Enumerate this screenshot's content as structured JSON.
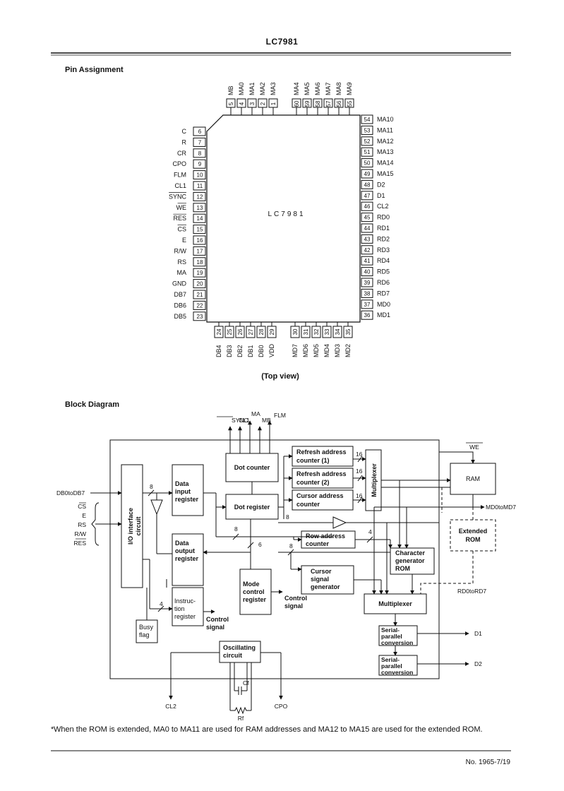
{
  "header": {
    "title": "LC7981"
  },
  "pin_section": {
    "title": "Pin Assignment",
    "chip_label": "LC7981",
    "view_caption": "(Top view)",
    "top_pins": [
      {
        "num": "5",
        "name": "MB"
      },
      {
        "num": "4",
        "name": "MA0"
      },
      {
        "num": "3",
        "name": "MA1"
      },
      {
        "num": "2",
        "name": "MA2"
      },
      {
        "num": "1",
        "name": "MA3"
      },
      {
        "num": "60",
        "name": "MA4"
      },
      {
        "num": "59",
        "name": "MA5"
      },
      {
        "num": "58",
        "name": "MA6"
      },
      {
        "num": "57",
        "name": "MA7"
      },
      {
        "num": "56",
        "name": "MA8"
      },
      {
        "num": "55",
        "name": "MA9"
      }
    ],
    "left_pins": [
      {
        "num": "6",
        "name": "C"
      },
      {
        "num": "7",
        "name": "R"
      },
      {
        "num": "8",
        "name": "CR"
      },
      {
        "num": "9",
        "name": "CPO"
      },
      {
        "num": "10",
        "name": "FLM"
      },
      {
        "num": "11",
        "name": "CL1"
      },
      {
        "num": "12",
        "name": "SYNC"
      },
      {
        "num": "13",
        "name": "WE"
      },
      {
        "num": "14",
        "name": "RES"
      },
      {
        "num": "15",
        "name": "CS"
      },
      {
        "num": "16",
        "name": "E"
      },
      {
        "num": "17",
        "name": "R/W"
      },
      {
        "num": "18",
        "name": "RS"
      },
      {
        "num": "19",
        "name": "MA"
      },
      {
        "num": "20",
        "name": "GND"
      },
      {
        "num": "21",
        "name": "DB7"
      },
      {
        "num": "22",
        "name": "DB6"
      },
      {
        "num": "23",
        "name": "DB5"
      }
    ],
    "right_pins": [
      {
        "num": "54",
        "name": "MA10"
      },
      {
        "num": "53",
        "name": "MA11"
      },
      {
        "num": "52",
        "name": "MA12"
      },
      {
        "num": "51",
        "name": "MA13"
      },
      {
        "num": "50",
        "name": "MA14"
      },
      {
        "num": "49",
        "name": "MA15"
      },
      {
        "num": "48",
        "name": "D2"
      },
      {
        "num": "47",
        "name": "D1"
      },
      {
        "num": "46",
        "name": "CL2"
      },
      {
        "num": "45",
        "name": "RD0"
      },
      {
        "num": "44",
        "name": "RD1"
      },
      {
        "num": "43",
        "name": "RD2"
      },
      {
        "num": "42",
        "name": "RD3"
      },
      {
        "num": "41",
        "name": "RD4"
      },
      {
        "num": "40",
        "name": "RD5"
      },
      {
        "num": "39",
        "name": "RD6"
      },
      {
        "num": "38",
        "name": "RD7"
      },
      {
        "num": "37",
        "name": "MD0"
      },
      {
        "num": "36",
        "name": "MD1"
      }
    ],
    "bottom_pins": [
      {
        "num": "24",
        "name": "DB4"
      },
      {
        "num": "25",
        "name": "DB3"
      },
      {
        "num": "26",
        "name": "DB2"
      },
      {
        "num": "27",
        "name": "DB1"
      },
      {
        "num": "28",
        "name": "DB0"
      },
      {
        "num": "29",
        "name": "VDD"
      },
      {
        "num": "30",
        "name": "MD7"
      },
      {
        "num": "31",
        "name": "MD6"
      },
      {
        "num": "32",
        "name": "MD5"
      },
      {
        "num": "33",
        "name": "MD4"
      },
      {
        "num": "34",
        "name": "MD3"
      },
      {
        "num": "35",
        "name": "MD2"
      }
    ]
  },
  "block_section": {
    "title": "Block Diagram",
    "top_signals": {
      "sync": "SYNC",
      "cl1": "CL1",
      "ma": "MA",
      "mb": "MB",
      "flm": "FLM"
    },
    "blocks": {
      "io": [
        "I/O interface",
        "circuit"
      ],
      "data_input": [
        "Data",
        "input",
        "register"
      ],
      "data_output": [
        "Data",
        "output",
        "register"
      ],
      "instruction": [
        "Instruc-",
        "tion",
        "register"
      ],
      "busy": [
        "Busy",
        "flag"
      ],
      "dot_counter": "Dot counter",
      "dot_register": "Dot register",
      "refresh1": [
        "Refresh address",
        "counter  (1)"
      ],
      "refresh2": [
        "Refresh address",
        "counter  (2)"
      ],
      "cursor_addr": [
        "Cursor address",
        "counter"
      ],
      "mux_vertical": "Multiplexer",
      "row_addr": [
        "Row address",
        "counter"
      ],
      "cursor_sig": [
        "Cursor",
        "signal",
        "generator"
      ],
      "mode": [
        "Mode",
        "control",
        "register"
      ],
      "char_gen": [
        "Character",
        "generator",
        "ROM"
      ],
      "mux2": "Multiplexer",
      "ser1": [
        "Serial-",
        "parallel",
        "conversion"
      ],
      "ser2": [
        "Serial-",
        "parallel",
        "conversion"
      ],
      "osc": [
        "Oscillating",
        "circuit"
      ],
      "ram": "RAM",
      "ext_rom": [
        "Extended",
        "ROM"
      ]
    },
    "labels": {
      "db_bus": "DB0toDB7",
      "cs": "CS",
      "e": "E",
      "rs": "RS",
      "rw": "R/W",
      "res": "RES",
      "we": "WE",
      "md_bus": "MD0toMD7",
      "rd_bus": "RD0toRD7",
      "d1": "D1",
      "d2": "D2",
      "cl2": "CL2",
      "cpo": "CPO",
      "cf": "Cf",
      "rf": "Rf",
      "control_signal_a": [
        "Control",
        "signal"
      ],
      "control_signal_b": [
        "Control",
        "signal"
      ],
      "bus_8a": "8",
      "bus_8b": "8",
      "bus_8c": "8",
      "bus_8d": "8",
      "bus_6": "6",
      "bus_4a": "4",
      "bus_4b": "4",
      "bus_16a": "16",
      "bus_16b": "16",
      "bus_16c": "16"
    }
  },
  "footnote": {
    "marker": "*",
    "text": "When the ROM is extended, MA0 to MA11 are used for RAM addresses and MA12 to MA15 are used for the extended ROM."
  },
  "doc_number": "No. 1965-7/19"
}
